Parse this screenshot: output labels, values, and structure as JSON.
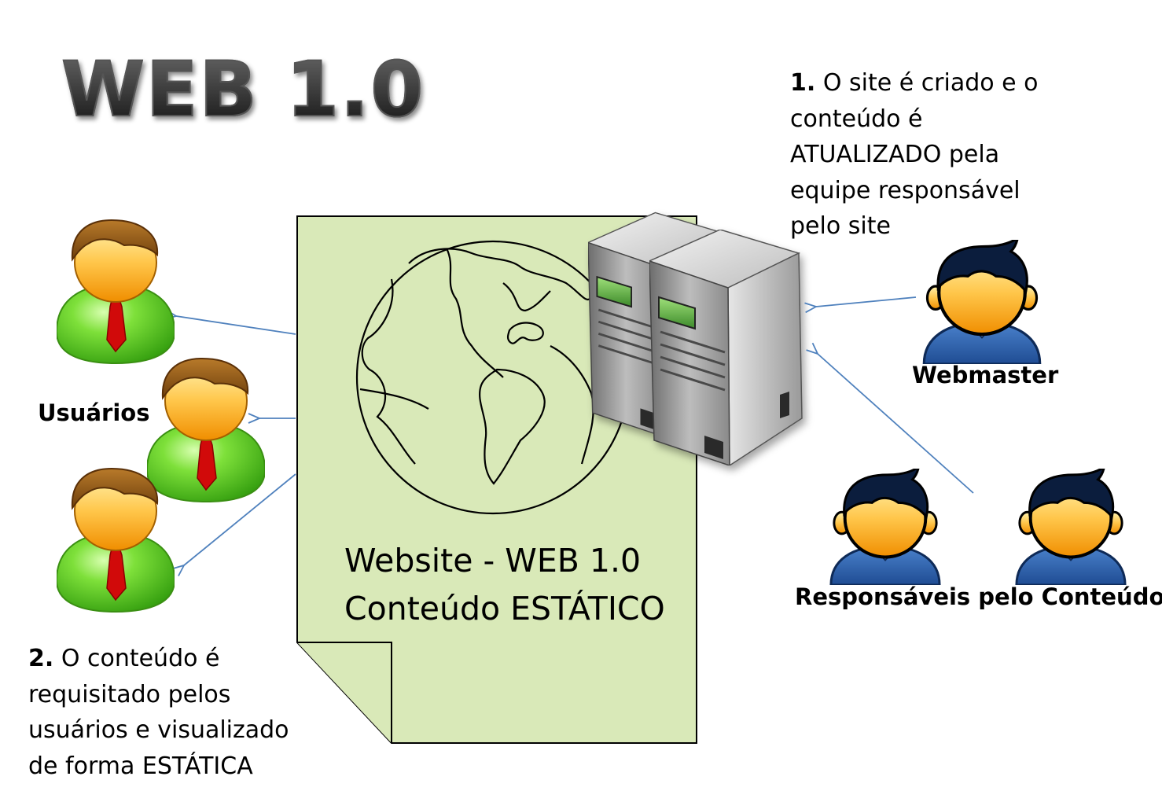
{
  "title": "WEB 1.0",
  "step1": {
    "number": "1.",
    "lines": [
      "O site é criado e o",
      "conteúdo é",
      "ATUALIZADO pela",
      "equipe responsável",
      "pelo site"
    ]
  },
  "step2": {
    "number": "2.",
    "lines": [
      "O conteúdo é",
      "requisitado pelos",
      "usuários e visualizado",
      "de forma ESTÁTICA"
    ]
  },
  "document": {
    "line1": "Website - WEB 1.0",
    "line2": "Conteúdo ESTÁTICO",
    "fill_color": "#d9e9b8"
  },
  "labels": {
    "users": "Usuários",
    "webmaster": "Webmaster",
    "content_owners": "Responsáveis pelo Conteúdo"
  },
  "icons": {
    "users": [
      "user-icon",
      "user-icon",
      "user-icon"
    ],
    "webmaster": "person-icon",
    "content_owners": [
      "person-icon",
      "person-icon"
    ],
    "server": "server-icon",
    "globe": "globe-icon"
  },
  "colors": {
    "arrow": "#4f81bd",
    "user_shirt": "#5bd22a",
    "user_tie": "#d10a0a",
    "person_shirt": "#2f62b0"
  }
}
